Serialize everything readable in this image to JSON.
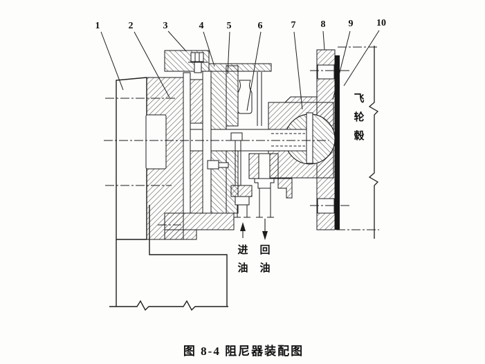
{
  "figure": {
    "caption": "图 8-4  阻尼器装配图",
    "part_labels": [
      "1",
      "2",
      "3",
      "4",
      "5",
      "6",
      "7",
      "8",
      "9",
      "10"
    ],
    "flywheel_hub_chars": [
      "飞",
      "轮",
      "毂"
    ],
    "oil_in_chars": [
      "进",
      "油"
    ],
    "oil_out_chars": [
      "回",
      "油"
    ],
    "colors": {
      "ink": "#1c1c1c",
      "paper": "#fdfdfc",
      "ring_fill": "#161616"
    }
  }
}
